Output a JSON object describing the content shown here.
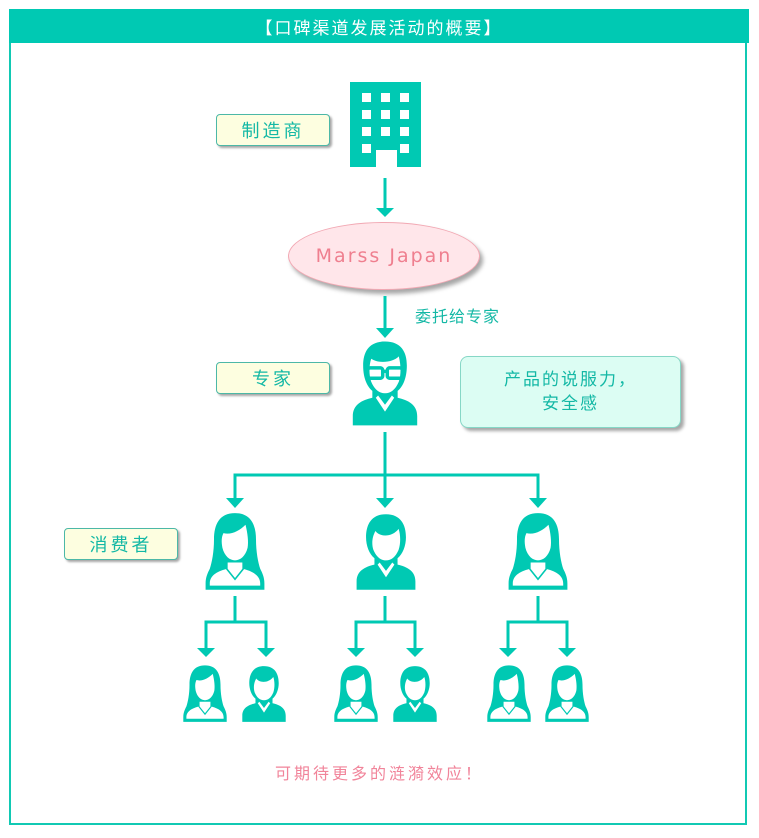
{
  "title": "【口碑渠道发展活动的概要】",
  "colors": {
    "accent": "#00c9b3",
    "label_bg": "#fdfee0",
    "ellipse_bg": "#ffe6ea",
    "ellipse_text": "#ef7f8f",
    "note_bg": "#dcfdf3",
    "highlight_text": "#f1849a"
  },
  "roles": {
    "manufacturer": "制造商",
    "expert": "专家",
    "consumer": "消费者"
  },
  "nodes": {
    "manufacturer_icon": "building-icon",
    "agency": "Marss Japan",
    "expert_icon": "expert-with-glasses-icon",
    "consumers": [
      {
        "icon": "woman-long-hair-icon"
      },
      {
        "icon": "man-suit-icon"
      },
      {
        "icon": "woman-icon"
      }
    ],
    "secondary_consumers": [
      {
        "icon": "woman-long-hair-icon"
      },
      {
        "icon": "man-suit-icon"
      },
      {
        "icon": "woman-long-hair-icon"
      },
      {
        "icon": "man-suit-icon"
      },
      {
        "icon": "woman-ponytail-icon"
      },
      {
        "icon": "woman-short-hair-icon"
      }
    ]
  },
  "edges": {
    "agency_to_expert_label": "委托给专家"
  },
  "note": {
    "line1": "产品的说服力，",
    "line2": "安全感"
  },
  "footer": "可期待更多的涟漪效应！"
}
